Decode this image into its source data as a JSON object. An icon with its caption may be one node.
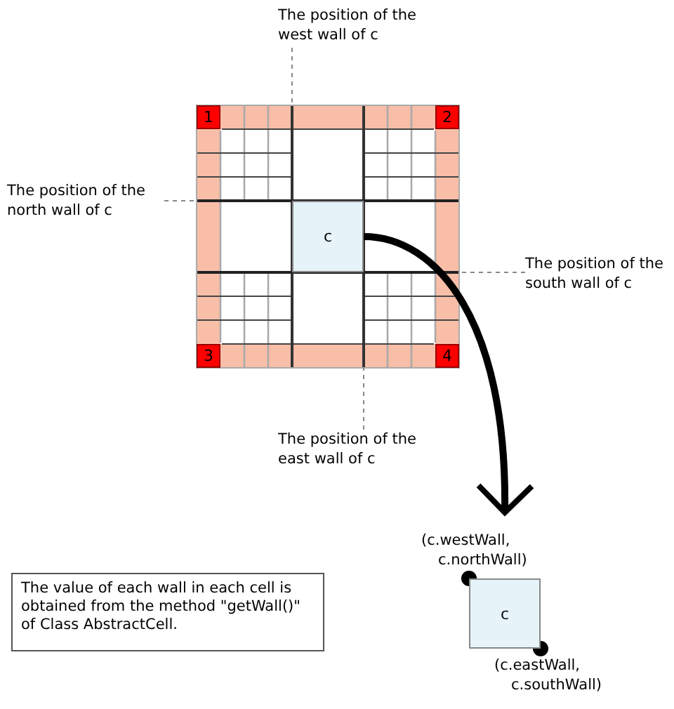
{
  "diagram": {
    "nodes": [
      {
        "text": [
          "The position of the west wall of c"
        ]
      },
      {
        "text": [
          "1"
        ]
      },
      {
        "text": [
          "2"
        ]
      },
      {
        "text": [
          "The position of the north wall of c"
        ]
      },
      {
        "text": [
          "c"
        ]
      },
      {
        "text": [
          "The position of the south wall of c"
        ]
      },
      {
        "text": [
          "3"
        ]
      },
      {
        "text": [
          "4"
        ]
      },
      {
        "text": [
          "The position of the east wall of c"
        ]
      },
      {
        "text": [
          "The value of each wall in each cell is obtained from the method \"getWall()\" of Class AbstractCell."
        ]
      },
      {
        "text": [
          "c"
        ]
      }
    ],
    "edges": [
      {
        "from": 0,
        "to": null,
        "arrow": "none",
        "style": "dashed"
      },
      {
        "from": 3,
        "to": null,
        "arrow": "none",
        "style": "dashed"
      },
      {
        "from": 5,
        "to": null,
        "arrow": "none",
        "style": "dashed"
      },
      {
        "from": 8,
        "to": null,
        "arrow": "none",
        "style": "dashed"
      },
      {
        "from": 4,
        "to": 10,
        "arrow": "to",
        "style": "thick",
        "color": "#000000"
      }
    ],
    "labels": [
      "(c.westWall, c.northWall)",
      "(c.eastWall, c.southWall)"
    ]
  }
}
